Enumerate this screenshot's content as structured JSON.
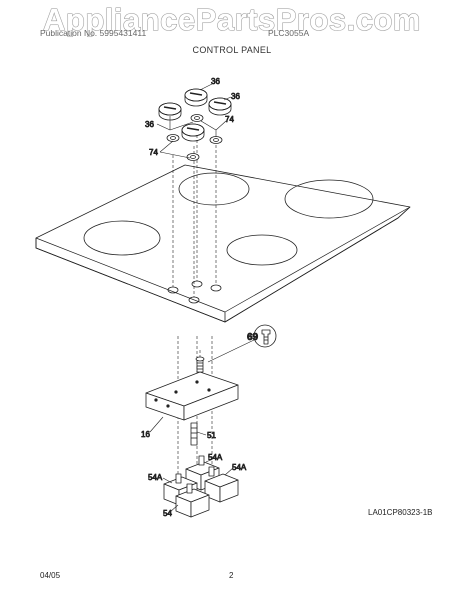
{
  "watermark": "AppliancePartsPros.com",
  "header": {
    "left": "Publication No. 5995431411",
    "right": "PLC3055A",
    "section_title": "CONTROL PANEL"
  },
  "callouts": {
    "knob": "36",
    "bezel": "74",
    "screw": "69",
    "shaft": "51",
    "bracket": "16",
    "switch_alt": "54A",
    "switch": "54"
  },
  "reference_code": "LA01CP80323-1B",
  "footer": {
    "date": "04/05",
    "page": "2"
  }
}
